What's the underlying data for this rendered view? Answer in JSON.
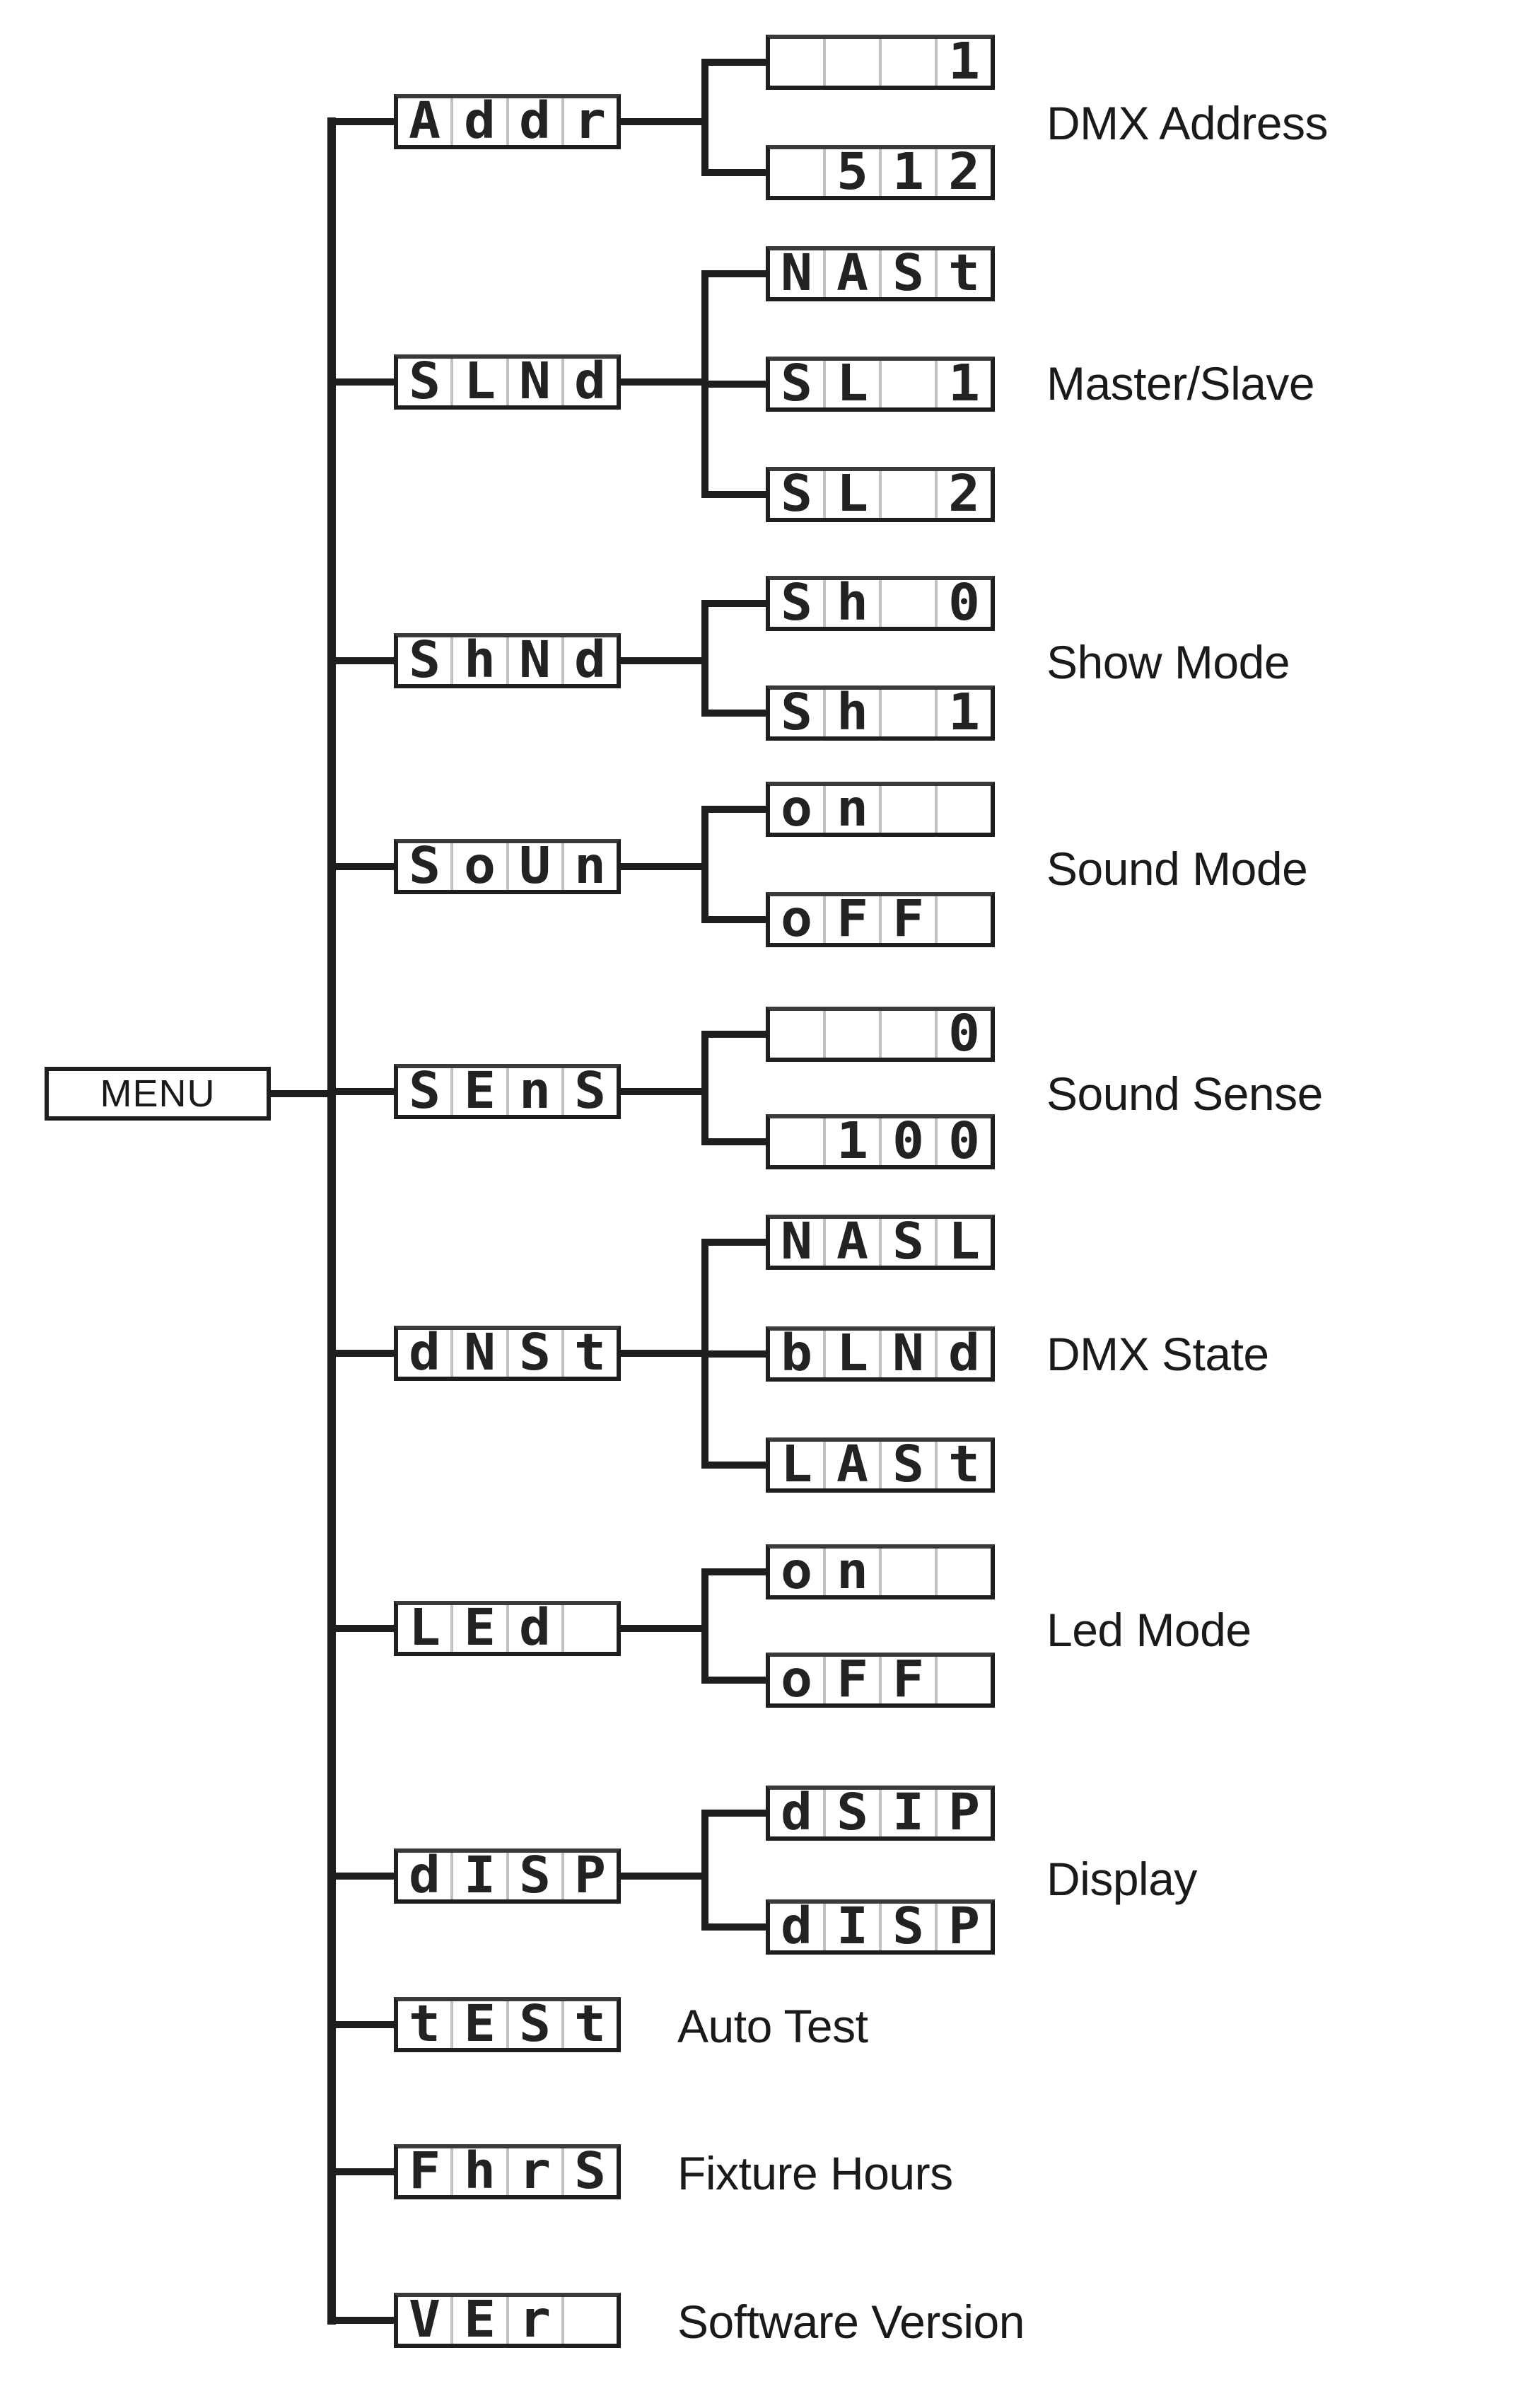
{
  "root": {
    "label": "MENU"
  },
  "menu_items": [
    {
      "code": [
        "A",
        "d",
        "d",
        "r"
      ],
      "description": "DMX Address",
      "options": [
        [
          " ",
          " ",
          " ",
          "1"
        ],
        [
          " ",
          "5",
          "1",
          "2"
        ]
      ]
    },
    {
      "code": [
        "S",
        "L",
        "N",
        "d"
      ],
      "description": "Master/Slave",
      "options": [
        [
          "N",
          "A",
          "S",
          "t"
        ],
        [
          "S",
          "L",
          " ",
          "1"
        ],
        [
          "S",
          "L",
          " ",
          "2"
        ]
      ]
    },
    {
      "code": [
        "S",
        "h",
        "N",
        "d"
      ],
      "description": "Show Mode",
      "options": [
        [
          "S",
          "h",
          " ",
          "0"
        ],
        [
          "S",
          "h",
          " ",
          "1"
        ]
      ]
    },
    {
      "code": [
        "S",
        "o",
        "U",
        "n"
      ],
      "description": "Sound Mode",
      "options": [
        [
          "o",
          "n",
          " ",
          " "
        ],
        [
          "o",
          "F",
          "F",
          " "
        ]
      ]
    },
    {
      "code": [
        "S",
        "E",
        "n",
        "S"
      ],
      "description": "Sound Sense",
      "options": [
        [
          " ",
          " ",
          " ",
          "0"
        ],
        [
          " ",
          "1",
          "0",
          "0"
        ]
      ]
    },
    {
      "code": [
        "d",
        "N",
        "S",
        "t"
      ],
      "description": "DMX State",
      "options": [
        [
          "N",
          "A",
          "S",
          "L"
        ],
        [
          "b",
          "L",
          "N",
          "d"
        ],
        [
          "L",
          "A",
          "S",
          "t"
        ]
      ]
    },
    {
      "code": [
        "L",
        "E",
        "d",
        " "
      ],
      "description": "Led Mode",
      "options": [
        [
          "o",
          "n",
          " ",
          " "
        ],
        [
          "o",
          "F",
          "F",
          " "
        ]
      ]
    },
    {
      "code": [
        "d",
        "I",
        "S",
        "P"
      ],
      "description": "Display",
      "options": [
        [
          "d",
          "S",
          "I",
          "P"
        ],
        [
          "d",
          "I",
          "S",
          "P"
        ]
      ]
    },
    {
      "code": [
        "t",
        "E",
        "S",
        "t"
      ],
      "description": "Auto Test",
      "options": []
    },
    {
      "code": [
        "F",
        "h",
        "r",
        "S"
      ],
      "description": "Fixture Hours",
      "options": []
    },
    {
      "code": [
        "V",
        "E",
        "r",
        " "
      ],
      "description": "Software Version",
      "options": []
    }
  ],
  "colors": {
    "line": "#1e1e1e",
    "divider": "#c2c2c2",
    "text": "#1a1a1a"
  }
}
